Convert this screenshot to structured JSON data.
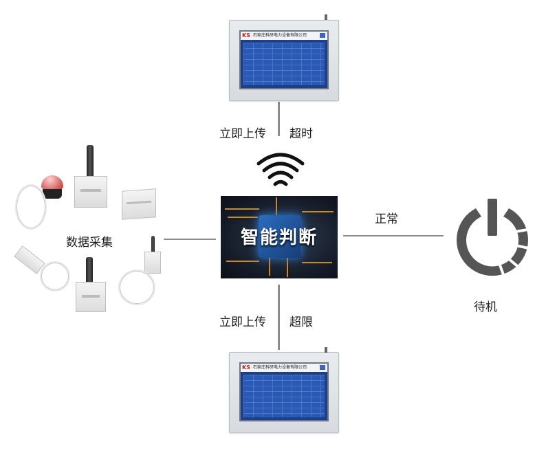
{
  "nodes": {
    "collect_label": "数据采集",
    "judge_label": "智能判断",
    "standby_label": "待机"
  },
  "edges": {
    "top_left": "立即上传",
    "top_right": "超时",
    "bottom_left": "立即上传",
    "bottom_right": "超限",
    "right": "正常"
  },
  "monitor_header": "石家庄科研电力设备有限公司",
  "icons": {
    "wifi": "wifi-signal-icon",
    "power": "power-standby-icon"
  },
  "colors": {
    "line": "#8c8c8c",
    "power_icon": "#555555",
    "chip_blue": "#2b6dbf",
    "trace_gold": "#c98a2c"
  }
}
